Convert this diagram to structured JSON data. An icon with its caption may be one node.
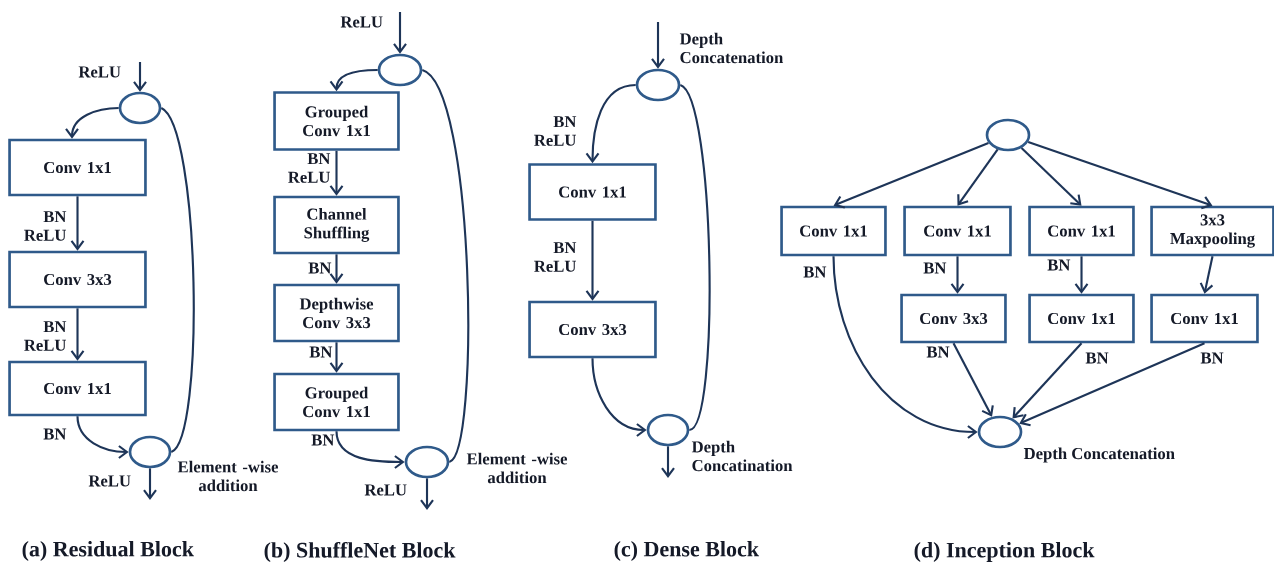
{
  "diagram": {
    "nodes": [
      {
        "text": [],
        "shape": "circle"
      },
      {
        "text": [
          "Conv 1x1"
        ]
      },
      {
        "text": [
          "Conv 3x3"
        ]
      },
      {
        "text": [
          "Conv 1x1"
        ]
      },
      {
        "text": [],
        "shape": "circle",
        "beside": [
          "Element -wise addition"
        ]
      },
      {
        "text": [],
        "shape": "circle"
      },
      {
        "text": [
          "Grouped Conv 1x1"
        ]
      },
      {
        "text": [
          "Channel Shuffling"
        ]
      },
      {
        "text": [
          "Depthwise Conv 3x3"
        ]
      },
      {
        "text": [
          "Grouped Conv 1x1"
        ]
      },
      {
        "text": [],
        "shape": "circle",
        "beside": [
          "Element -wise addition"
        ]
      },
      {
        "text": [],
        "shape": "circle",
        "beside": [
          "Depth Concatenation"
        ]
      },
      {
        "text": [
          "Conv 1x1"
        ]
      },
      {
        "text": [
          "Conv 3x3"
        ]
      },
      {
        "text": [],
        "shape": "circle",
        "beside": [
          "Depth Concatination"
        ]
      },
      {
        "text": [],
        "shape": "circle"
      },
      {
        "text": [
          "Conv 1x1"
        ]
      },
      {
        "text": [
          "Conv 1x1"
        ]
      },
      {
        "text": [
          "Conv 1x1"
        ]
      },
      {
        "text": [
          "3x3 Maxpooling"
        ]
      },
      {
        "text": [
          "Conv 3x3"
        ]
      },
      {
        "text": [
          "Conv 1x1"
        ]
      },
      {
        "text": [
          "Conv 1x1"
        ]
      },
      {
        "text": [],
        "shape": "circle",
        "beside": [
          "Depth Concatenation"
        ]
      }
    ],
    "edges": [
      {
        "from": null,
        "to": 0,
        "arrow": "to",
        "label": "ReLU"
      },
      {
        "from": 0,
        "to": 1,
        "arrow": "to"
      },
      {
        "from": 1,
        "to": 2,
        "arrow": "to",
        "label": "BN ReLU"
      },
      {
        "from": 2,
        "to": 3,
        "arrow": "to",
        "label": "BN ReLU"
      },
      {
        "from": 3,
        "to": 4,
        "arrow": "to",
        "label": "BN"
      },
      {
        "from": 0,
        "to": 4,
        "arrow": "none"
      },
      {
        "from": 4,
        "to": null,
        "arrow": "to",
        "label": "ReLU"
      },
      {
        "from": null,
        "to": 5,
        "arrow": "to",
        "label": "ReLU"
      },
      {
        "from": 5,
        "to": 6,
        "arrow": "to"
      },
      {
        "from": 6,
        "to": 7,
        "arrow": "to",
        "label": "BN ReLU"
      },
      {
        "from": 7,
        "to": 8,
        "arrow": "to",
        "label": "BN"
      },
      {
        "from": 8,
        "to": 9,
        "arrow": "to",
        "label": "BN"
      },
      {
        "from": 9,
        "to": 10,
        "arrow": "to",
        "label": "BN"
      },
      {
        "from": 5,
        "to": 10,
        "arrow": "none"
      },
      {
        "from": 10,
        "to": null,
        "arrow": "to",
        "label": "ReLU"
      },
      {
        "from": null,
        "to": 11,
        "arrow": "to"
      },
      {
        "from": 11,
        "to": 12,
        "arrow": "to",
        "label": "BN ReLU"
      },
      {
        "from": 12,
        "to": 13,
        "arrow": "to",
        "label": "BN ReLU"
      },
      {
        "from": 13,
        "to": 14,
        "arrow": "to"
      },
      {
        "from": 11,
        "to": 14,
        "arrow": "none"
      },
      {
        "from": 14,
        "to": null,
        "arrow": "to"
      },
      {
        "from": 15,
        "to": 16,
        "arrow": "to"
      },
      {
        "from": 15,
        "to": 17,
        "arrow": "to"
      },
      {
        "from": 15,
        "to": 18,
        "arrow": "to"
      },
      {
        "from": 15,
        "to": 19,
        "arrow": "to"
      },
      {
        "from": 17,
        "to": 20,
        "arrow": "to",
        "label": "BN"
      },
      {
        "from": 18,
        "to": 21,
        "arrow": "to",
        "label": "BN"
      },
      {
        "from": 19,
        "to": 22,
        "arrow": "to"
      },
      {
        "from": 16,
        "to": 23,
        "arrow": "to",
        "label": "BN"
      },
      {
        "from": 20,
        "to": 23,
        "arrow": "to",
        "label": "BN"
      },
      {
        "from": 21,
        "to": 23,
        "arrow": "to",
        "label": "BN"
      },
      {
        "from": 22,
        "to": 23,
        "arrow": "to",
        "label": "BN"
      }
    ],
    "labels": [
      "(a) Residual Block",
      "(b) ShuffleNet Block",
      "(c) Dense Block",
      "(d) Inception Block"
    ]
  }
}
